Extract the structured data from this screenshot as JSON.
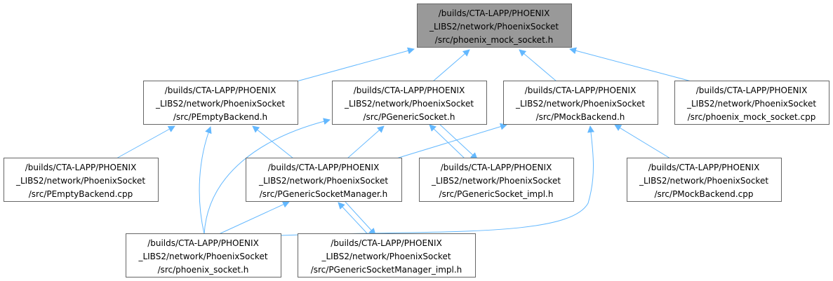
{
  "colors": {
    "edge": "#63b8ff",
    "node_fill": "#ffffff",
    "node_border": "#666666",
    "root_fill": "#999999"
  },
  "nodes": [
    {
      "id": "root",
      "lines": [
        "/builds/CTA-LAPP/PHOENIX",
        "_LIBS2/network/PhoenixSocket",
        "/src/phoenix_mock_socket.h"
      ],
      "highlight": true
    },
    {
      "id": "pemptybackend_h",
      "lines": [
        "/builds/CTA-LAPP/PHOENIX",
        "_LIBS2/network/PhoenixSocket",
        "/src/PEmptyBackend.h"
      ]
    },
    {
      "id": "pgenericsocket_h",
      "lines": [
        "/builds/CTA-LAPP/PHOENIX",
        "_LIBS2/network/PhoenixSocket",
        "/src/PGenericSocket.h"
      ]
    },
    {
      "id": "pmockbackend_h",
      "lines": [
        "/builds/CTA-LAPP/PHOENIX",
        "_LIBS2/network/PhoenixSocket",
        "/src/PMockBackend.h"
      ]
    },
    {
      "id": "phoenix_mock_socket_cpp",
      "lines": [
        "/builds/CTA-LAPP/PHOENIX",
        "_LIBS2/network/PhoenixSocket",
        "/src/phoenix_mock_socket.cpp"
      ]
    },
    {
      "id": "pemptybackend_cpp",
      "lines": [
        "/builds/CTA-LAPP/PHOENIX",
        "_LIBS2/network/PhoenixSocket",
        "/src/PEmptyBackend.cpp"
      ]
    },
    {
      "id": "pgenericsocketmanager_h",
      "lines": [
        "/builds/CTA-LAPP/PHOENIX",
        "_LIBS2/network/PhoenixSocket",
        "/src/PGenericSocketManager.h"
      ]
    },
    {
      "id": "pgenericsocket_impl_h",
      "lines": [
        "/builds/CTA-LAPP/PHOENIX",
        "_LIBS2/network/PhoenixSocket",
        "/src/PGenericSocket_impl.h"
      ]
    },
    {
      "id": "pmockbackend_cpp",
      "lines": [
        "/builds/CTA-LAPP/PHOENIX",
        "_LIBS2/network/PhoenixSocket",
        "/src/PMockBackend.cpp"
      ]
    },
    {
      "id": "phoenix_socket_h",
      "lines": [
        "/builds/CTA-LAPP/PHOENIX",
        "_LIBS2/network/PhoenixSocket",
        "/src/phoenix_socket.h"
      ]
    },
    {
      "id": "pgenericsocketmanager_impl_h",
      "lines": [
        "/builds/CTA-LAPP/PHOENIX",
        "_LIBS2/network/PhoenixSocket",
        "/src/PGenericSocketManager_impl.h"
      ]
    }
  ],
  "edges": [
    {
      "from": "pemptybackend_h",
      "to": "root"
    },
    {
      "from": "pgenericsocket_h",
      "to": "root"
    },
    {
      "from": "pmockbackend_h",
      "to": "root"
    },
    {
      "from": "phoenix_mock_socket_cpp",
      "to": "root"
    },
    {
      "from": "pemptybackend_cpp",
      "to": "pemptybackend_h"
    },
    {
      "from": "pgenericsocketmanager_h",
      "to": "pemptybackend_h"
    },
    {
      "from": "phoenix_socket_h",
      "to": "pemptybackend_h"
    },
    {
      "from": "pgenericsocketmanager_h",
      "to": "pgenericsocket_h"
    },
    {
      "from": "pgenericsocket_impl_h",
      "to": "pgenericsocket_h"
    },
    {
      "from": "phoenix_socket_h",
      "to": "pgenericsocket_h"
    },
    {
      "from": "pgenericsocket_h",
      "to": "pgenericsocket_impl_h"
    },
    {
      "from": "pgenericsocketmanager_h",
      "to": "pmockbackend_h"
    },
    {
      "from": "pmockbackend_cpp",
      "to": "pmockbackend_h"
    },
    {
      "from": "phoenix_socket_h",
      "to": "pmockbackend_h"
    },
    {
      "from": "phoenix_socket_h",
      "to": "pgenericsocketmanager_h"
    },
    {
      "from": "pgenericsocketmanager_impl_h",
      "to": "pgenericsocketmanager_h"
    },
    {
      "from": "pgenericsocketmanager_h",
      "to": "pgenericsocketmanager_impl_h"
    }
  ]
}
